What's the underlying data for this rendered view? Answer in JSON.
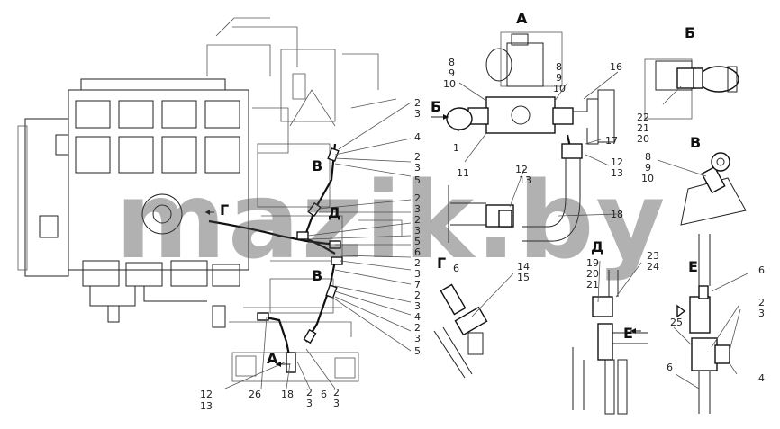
{
  "watermark": "mazik.by",
  "sections": {
    "A_main": "А",
    "B_main": "Б",
    "B_left": "Б",
    "V_right": "В",
    "V_left1": "В",
    "V_left2": "В",
    "G_left": "Г",
    "G_right": "Г",
    "D_left": "Д",
    "D_right": "Д",
    "E_main": "Е",
    "E_right": "Е",
    "A_bottom": "А"
  },
  "labels": {
    "n8a": "8",
    "n9a": "9",
    "n10a": "10",
    "n8b": "8",
    "n9b": "9",
    "n10b": "10",
    "n16": "16",
    "n17": "17",
    "n1": "1",
    "n11": "11",
    "n12a": "12",
    "n13a": "13",
    "n12b": "12",
    "n13b": "13",
    "n18": "18",
    "n19": "19",
    "n20": "20",
    "n21": "21",
    "n23": "23",
    "n24": "24",
    "n14": "14",
    "n15": "15",
    "n6g": "6",
    "n22": "22",
    "n21b": "21",
    "n20b": "20",
    "n8c": "8",
    "n9c": "9",
    "n10c": "10",
    "n6e1": "6",
    "n2e": "2",
    "n3e": "3",
    "n25": "25",
    "n4e": "4",
    "n6e2": "6",
    "c2a": "2",
    "c3a": "3",
    "c4a": "4",
    "c2b": "2",
    "c3b": "3",
    "c5a": "5",
    "c2c": "2",
    "c3c": "3",
    "c2d": "2",
    "c3d": "3",
    "c5b": "5",
    "c6a": "6",
    "c2e": "2",
    "c3e": "3",
    "c7": "7",
    "c2f": "2",
    "c3f": "3",
    "c4b": "4",
    "c2g": "2",
    "c3g": "3",
    "c5c": "5",
    "b12": "12",
    "b13": "13",
    "b26": "26",
    "b18": "18",
    "b2a": "2",
    "b3a": "3",
    "b6": "6",
    "b2b": "2",
    "b3b": "3"
  }
}
